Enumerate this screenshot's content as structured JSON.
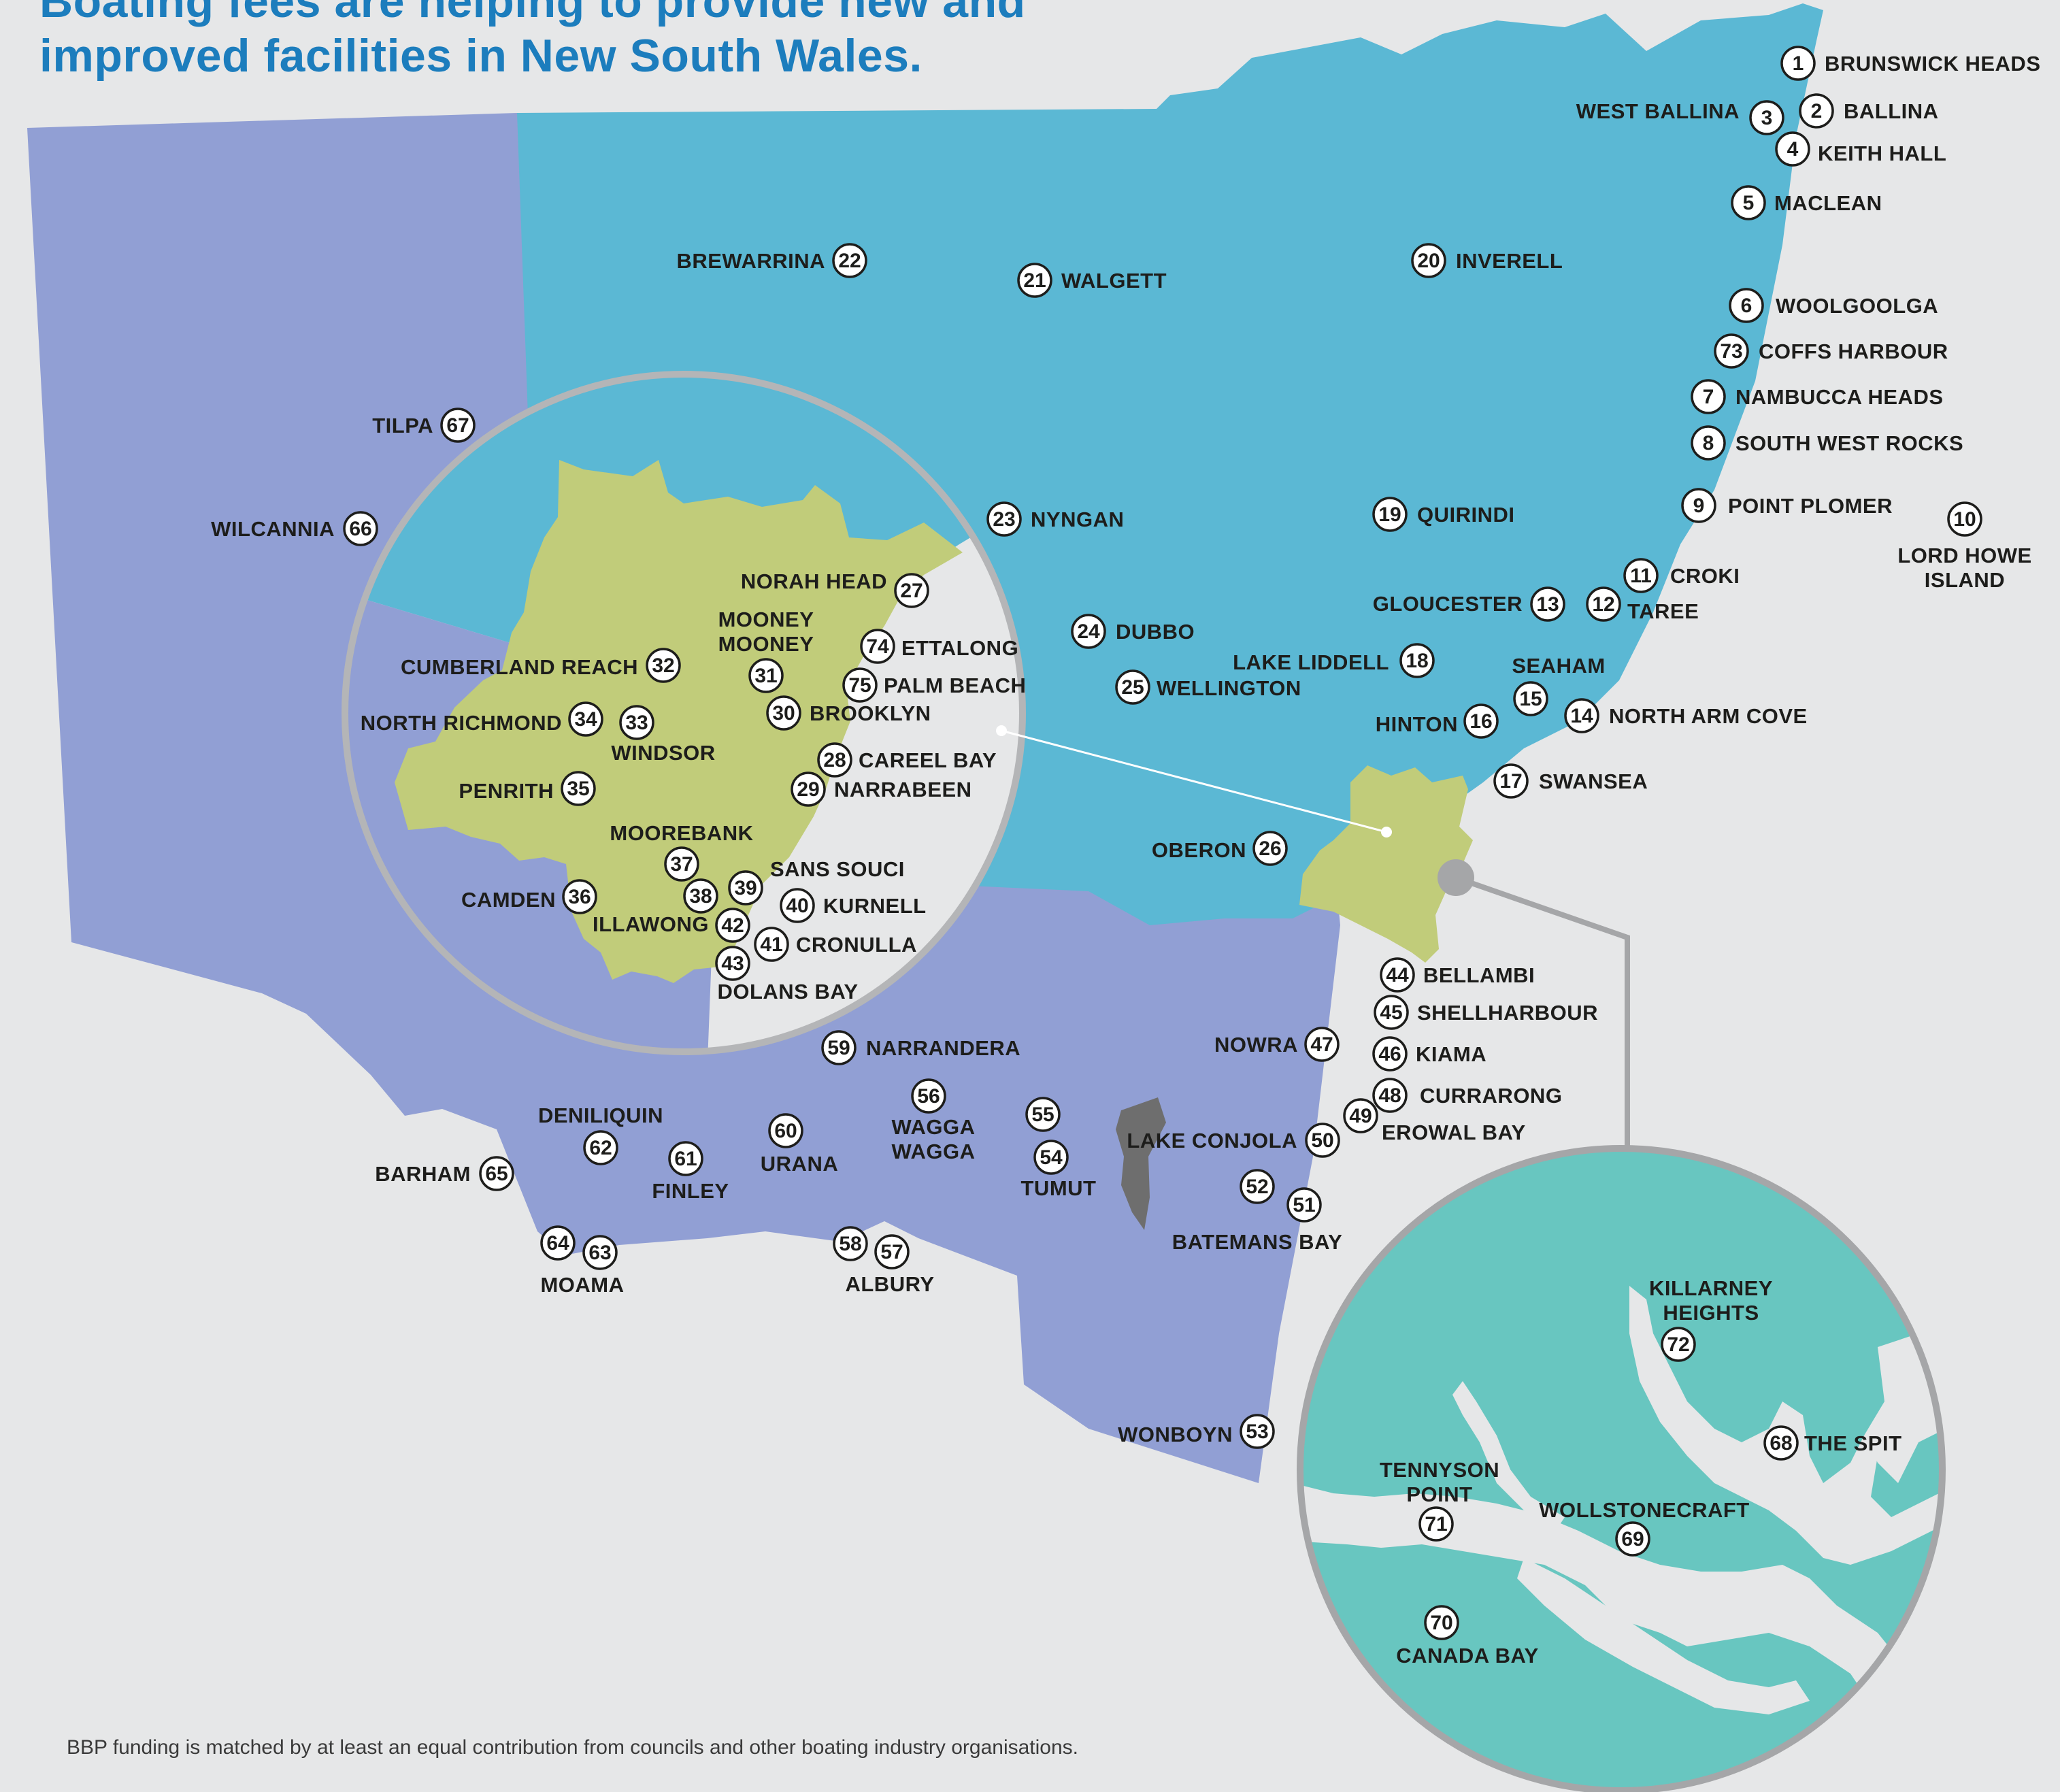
{
  "headline": {
    "line1": "Boating fees are helping to provide new and",
    "line2": "improved facilities in New South Wales."
  },
  "footnote": "BBP funding is matched by at least an equal contribution from councils and other boating industry organisations.",
  "colors": {
    "background": "#e6e7e8",
    "north_region": "#5bb8d4",
    "south_west_region": "#919fd4",
    "sydney_region": "#c1cc7a",
    "sydney_harbour_inset": "#68c6c0",
    "headline": "#1c7dbd"
  },
  "locations": [
    {
      "num": "1",
      "lines": [
        "BRUNSWICK HEADS"
      ]
    },
    {
      "num": "2",
      "lines": [
        "BALLINA"
      ]
    },
    {
      "num": "3",
      "lines": [
        "WEST BALLINA"
      ]
    },
    {
      "num": "4",
      "lines": [
        "KEITH HALL"
      ]
    },
    {
      "num": "5",
      "lines": [
        "MACLEAN"
      ]
    },
    {
      "num": "6",
      "lines": [
        "WOOLGOOLGA"
      ]
    },
    {
      "num": "7",
      "lines": [
        "NAMBUCCA HEADS"
      ]
    },
    {
      "num": "8",
      "lines": [
        "SOUTH WEST ROCKS"
      ]
    },
    {
      "num": "9",
      "lines": [
        "POINT PLOMER"
      ]
    },
    {
      "num": "10",
      "lines": [
        "LORD HOWE",
        "ISLAND"
      ]
    },
    {
      "num": "11",
      "lines": [
        "CROKI"
      ]
    },
    {
      "num": "12",
      "lines": [
        "TAREE"
      ]
    },
    {
      "num": "13",
      "lines": [
        "GLOUCESTER"
      ]
    },
    {
      "num": "14",
      "lines": [
        "NORTH ARM COVE"
      ]
    },
    {
      "num": "15",
      "lines": [
        "SEAHAM"
      ]
    },
    {
      "num": "16",
      "lines": [
        "HINTON"
      ]
    },
    {
      "num": "17",
      "lines": [
        "SWANSEA"
      ]
    },
    {
      "num": "18",
      "lines": [
        "LAKE LIDDELL"
      ]
    },
    {
      "num": "19",
      "lines": [
        "QUIRINDI"
      ]
    },
    {
      "num": "20",
      "lines": [
        "INVERELL"
      ]
    },
    {
      "num": "21",
      "lines": [
        "WALGETT"
      ]
    },
    {
      "num": "22",
      "lines": [
        "BREWARRINA"
      ]
    },
    {
      "num": "23",
      "lines": [
        "NYNGAN"
      ]
    },
    {
      "num": "24",
      "lines": [
        "DUBBO"
      ]
    },
    {
      "num": "25",
      "lines": [
        "WELLINGTON"
      ]
    },
    {
      "num": "26",
      "lines": [
        "OBERON"
      ]
    },
    {
      "num": "27",
      "lines": [
        "NORAH HEAD"
      ]
    },
    {
      "num": "28",
      "lines": [
        "CAREEL BAY"
      ]
    },
    {
      "num": "29",
      "lines": [
        "NARRABEEN"
      ]
    },
    {
      "num": "30",
      "lines": [
        "BROOKLYN"
      ]
    },
    {
      "num": "31",
      "lines": [
        "MOONEY",
        "MOONEY"
      ]
    },
    {
      "num": "32",
      "lines": [
        "CUMBERLAND REACH"
      ]
    },
    {
      "num": "33",
      "lines": [
        "WINDSOR"
      ]
    },
    {
      "num": "34",
      "lines": [
        "NORTH RICHMOND"
      ]
    },
    {
      "num": "35",
      "lines": [
        "PENRITH"
      ]
    },
    {
      "num": "36",
      "lines": [
        "CAMDEN"
      ]
    },
    {
      "num": "37",
      "lines": [
        "MOOREBANK"
      ]
    },
    {
      "num": "38",
      "lines": []
    },
    {
      "num": "39",
      "lines": [
        "SANS SOUCI"
      ]
    },
    {
      "num": "40",
      "lines": [
        "KURNELL"
      ]
    },
    {
      "num": "41",
      "lines": [
        "CRONULLA"
      ]
    },
    {
      "num": "42",
      "lines": [
        "ILLAWONG"
      ]
    },
    {
      "num": "43",
      "lines": [
        "DOLANS BAY"
      ]
    },
    {
      "num": "44",
      "lines": [
        "BELLAMBI"
      ]
    },
    {
      "num": "45",
      "lines": [
        "SHELLHARBOUR"
      ]
    },
    {
      "num": "46",
      "lines": [
        "KIAMA"
      ]
    },
    {
      "num": "47",
      "lines": [
        "NOWRA"
      ]
    },
    {
      "num": "48",
      "lines": [
        "CURRARONG"
      ]
    },
    {
      "num": "49",
      "lines": [
        "EROWAL BAY"
      ]
    },
    {
      "num": "50",
      "lines": [
        "LAKE CONJOLA"
      ]
    },
    {
      "num": "51",
      "lines": [
        "BATEMANS BAY"
      ]
    },
    {
      "num": "52",
      "lines": []
    },
    {
      "num": "53",
      "lines": [
        "WONBOYN"
      ]
    },
    {
      "num": "54",
      "lines": [
        "TUMUT"
      ]
    },
    {
      "num": "55",
      "lines": []
    },
    {
      "num": "56",
      "lines": [
        "WAGGA",
        "WAGGA"
      ]
    },
    {
      "num": "57",
      "lines": [
        "ALBURY"
      ]
    },
    {
      "num": "58",
      "lines": []
    },
    {
      "num": "59",
      "lines": [
        "NARRANDERA"
      ]
    },
    {
      "num": "60",
      "lines": [
        "URANA"
      ]
    },
    {
      "num": "61",
      "lines": [
        "FINLEY"
      ]
    },
    {
      "num": "62",
      "lines": [
        "DENILIQUIN"
      ]
    },
    {
      "num": "63",
      "lines": [
        "MOAMA"
      ]
    },
    {
      "num": "64",
      "lines": []
    },
    {
      "num": "65",
      "lines": [
        "BARHAM"
      ]
    },
    {
      "num": "66",
      "lines": [
        "WILCANNIA"
      ]
    },
    {
      "num": "67",
      "lines": [
        "TILPA"
      ]
    },
    {
      "num": "68",
      "lines": [
        "THE SPIT"
      ]
    },
    {
      "num": "69",
      "lines": [
        "WOLLSTONECRAFT"
      ]
    },
    {
      "num": "70",
      "lines": [
        "CANADA BAY"
      ]
    },
    {
      "num": "71",
      "lines": [
        "TENNYSON",
        "POINT"
      ]
    },
    {
      "num": "72",
      "lines": [
        "KILLARNEY",
        "HEIGHTS"
      ]
    },
    {
      "num": "73",
      "lines": [
        "COFFS HARBOUR"
      ]
    },
    {
      "num": "74",
      "lines": [
        "ETTALONG"
      ]
    },
    {
      "num": "75",
      "lines": [
        "PALM BEACH"
      ]
    }
  ]
}
